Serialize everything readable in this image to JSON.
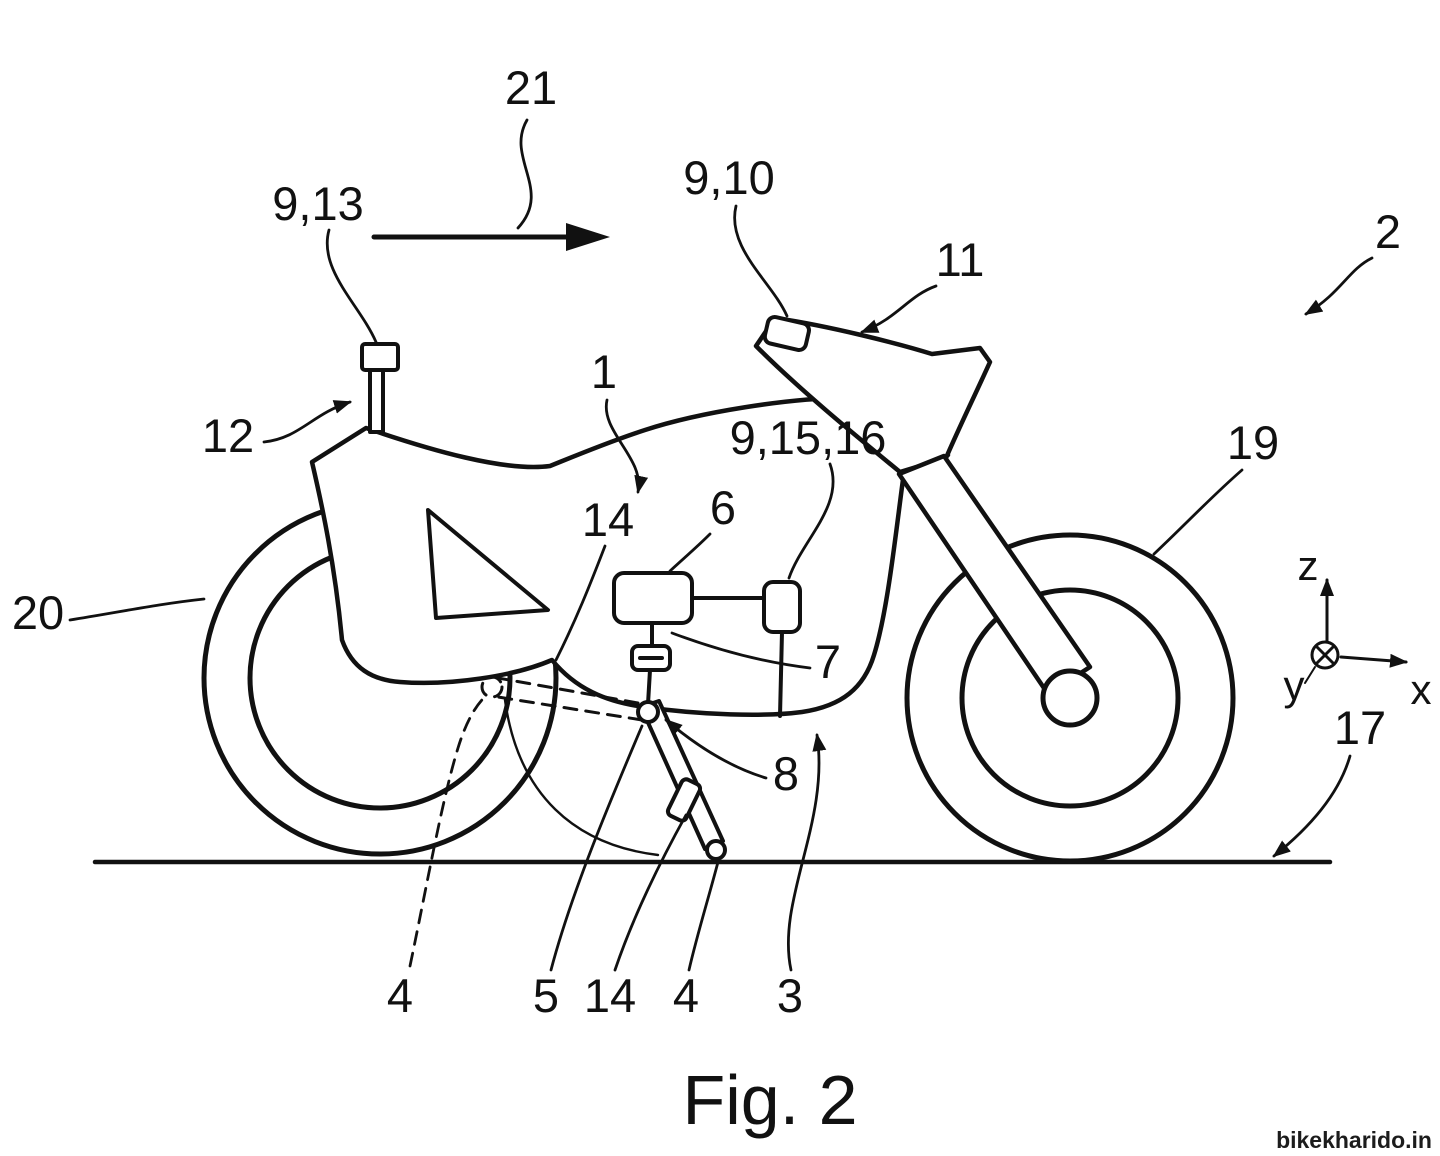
{
  "colors": {
    "ink": "#111111",
    "background": "#ffffff"
  },
  "reference_labels": {
    "ref_21": "21",
    "ref_9_13": "9,13",
    "ref_9_10": "9,10",
    "ref_11": "11",
    "ref_2": "2",
    "ref_12": "12",
    "ref_1": "1",
    "ref_9_15_16": "9,15,16",
    "ref_19": "19",
    "ref_14_upper": "14",
    "ref_6": "6",
    "ref_20": "20",
    "ref_7": "7",
    "ref_8": "8",
    "ref_17": "17",
    "ref_4_left": "4",
    "ref_5": "5",
    "ref_14_lower": "14",
    "ref_4_right": "4",
    "ref_3": "3"
  },
  "coordinate_axes": {
    "z": "z",
    "y": "y",
    "x": "x"
  },
  "caption": "Fig. 2",
  "watermark": "bikekharido.in"
}
